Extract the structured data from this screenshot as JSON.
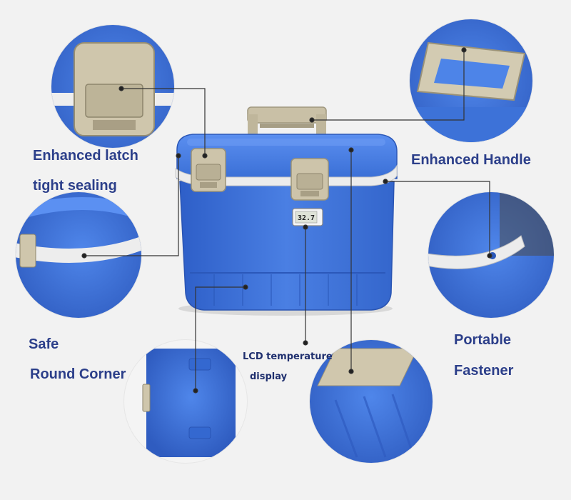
{
  "labels": {
    "latch_line1": "Enhanced latch",
    "latch_line2": "tight sealing",
    "handle": "Enhanced Handle",
    "corner_line1": "Safe",
    "corner_line2": "Round Corner",
    "lcd_line1": "LCD temperature",
    "lcd_line2": "display",
    "fastener_line1": "Portable",
    "fastener_line2": "Fastener"
  },
  "lcd_readout": "32.7",
  "colors": {
    "cooler_blue": "#3a6fd6",
    "trim_beige": "#cfc6ad",
    "label_navy": "#2c3f8a",
    "background": "#f2f2f2"
  }
}
